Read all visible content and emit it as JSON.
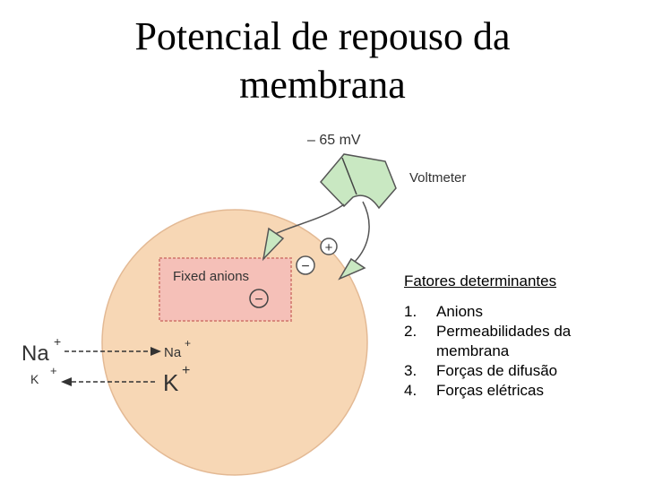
{
  "title_line1": "Potencial de repouso da",
  "title_line2": "membrana",
  "diagram": {
    "voltage": "– 65 mV",
    "voltmeter": "Voltmeter",
    "fixed_anions": "Fixed anions",
    "plus": "+",
    "minus": "−",
    "inner_minus": "−",
    "na_out": "Na",
    "na_in": "Na",
    "k_out": "K",
    "k_in": "K",
    "ion_charge": "+"
  },
  "notes": {
    "heading": "Fatores determinantes",
    "items": [
      {
        "num": "1.",
        "text": "Anions"
      },
      {
        "num": "2.",
        "text": "Permeabilidades da membrana"
      },
      {
        "num": "3.",
        "text": "Forças de difusão"
      },
      {
        "num": "4.",
        "text": "Forças elétricas"
      }
    ]
  },
  "colors": {
    "cell_fill": "#f7d7b5",
    "voltmeter_fill": "#c9e8c2",
    "fixed_box_fill": "#f5c0b8",
    "fixed_box_border": "#d9897d",
    "stroke": "#4a4a4a"
  }
}
